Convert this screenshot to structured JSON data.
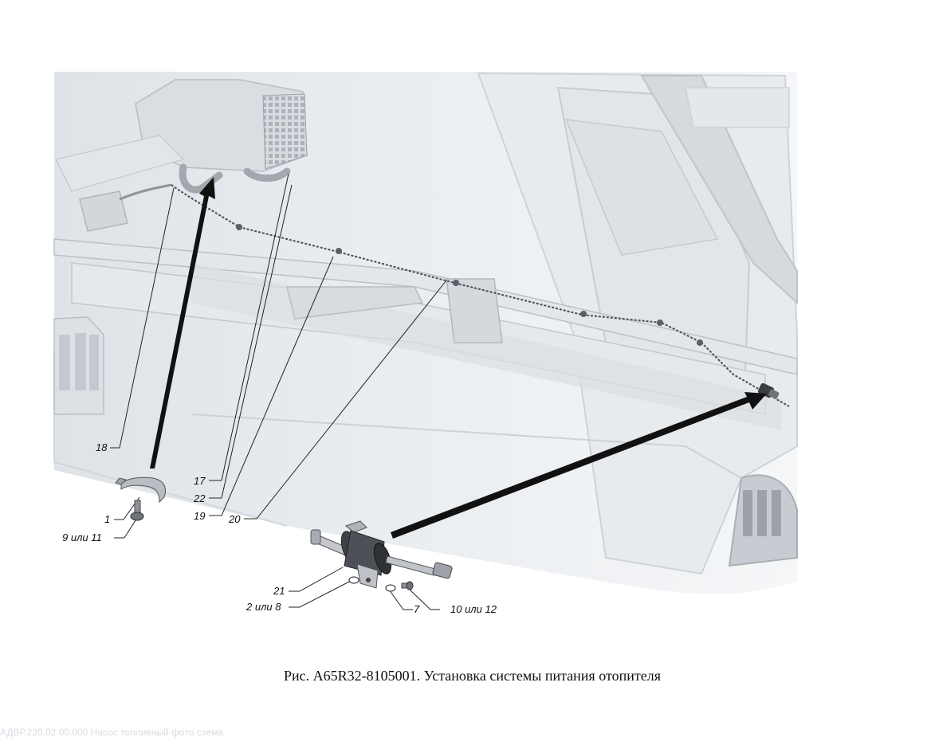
{
  "callouts": {
    "c18": "18",
    "c17": "17",
    "c22": "22",
    "c19": "19",
    "c20": "20",
    "c1": "1",
    "c9_11": "9 или 11",
    "c21": "21",
    "c2_8": "2 или 8",
    "c7": "7",
    "c10_12": "10 или 12"
  },
  "caption": "Рис. A65R32-8105001. Установка системы питания отопителя",
  "watermark": "АДВР.220.02.00.000 Насос топливный фото схема"
}
